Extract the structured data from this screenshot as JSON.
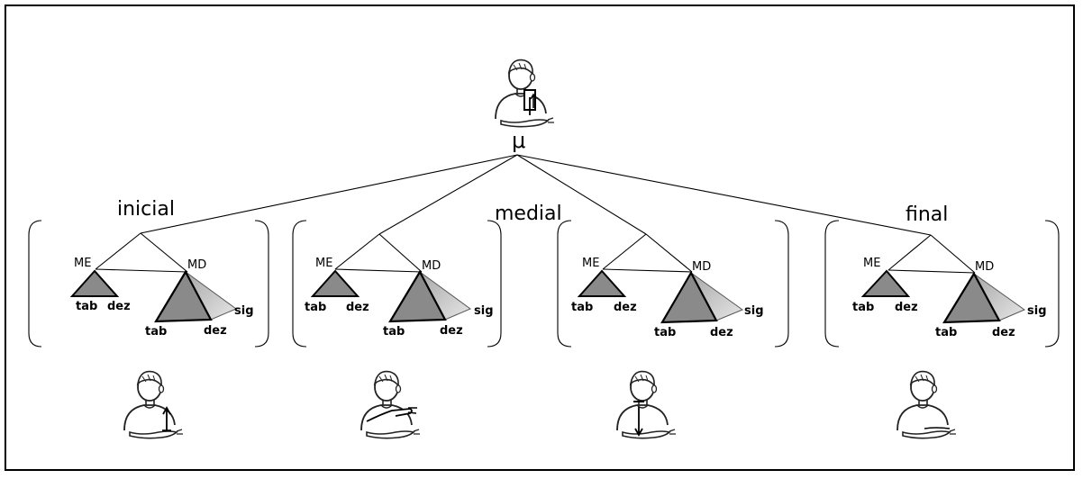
{
  "diagram": {
    "root": {
      "label": "μ"
    },
    "segment_titles": [
      "inicial",
      "medial",
      "final"
    ],
    "segments": [
      {
        "left_node": "ME",
        "right_node": "MD",
        "left_leaves": [
          "tab",
          "dez"
        ],
        "right_leaves": [
          "tab",
          "dez",
          "sig"
        ]
      },
      {
        "left_node": "ME",
        "right_node": "MD",
        "left_leaves": [
          "tab",
          "dez"
        ],
        "right_leaves": [
          "tab",
          "dez",
          "sig"
        ]
      },
      {
        "left_node": "ME",
        "right_node": "MD",
        "left_leaves": [
          "tab",
          "dez"
        ],
        "right_leaves": [
          "tab",
          "dez",
          "sig"
        ]
      },
      {
        "left_node": "ME",
        "right_node": "MD",
        "left_leaves": [
          "tab",
          "dez"
        ],
        "right_leaves": [
          "tab",
          "dez",
          "sig"
        ]
      }
    ],
    "colors": {
      "triangle": "#8a8a8a",
      "sig_shade": "#c4c4c4",
      "lines": "#000000"
    }
  }
}
